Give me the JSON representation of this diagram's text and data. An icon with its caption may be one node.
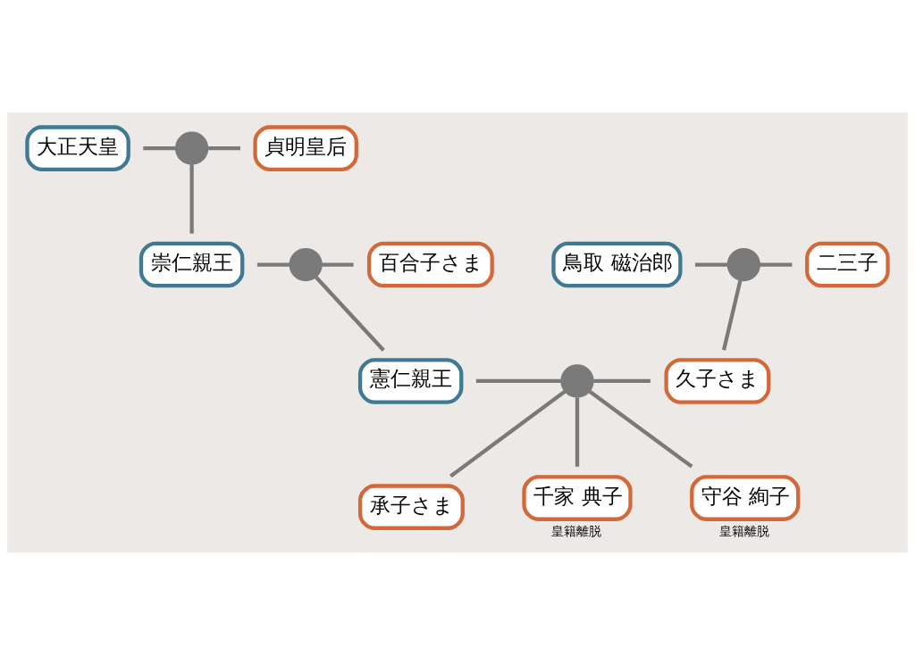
{
  "diagram": {
    "nodes": [
      {
        "text": [
          "大正天皇"
        ]
      },
      {
        "text": [],
        "shape": "circle"
      },
      {
        "text": [
          "貞明皇后"
        ]
      },
      {
        "text": [
          "崇仁親王"
        ]
      },
      {
        "text": [],
        "shape": "circle"
      },
      {
        "text": [
          "百合子さま"
        ]
      },
      {
        "text": [
          "鳥取 磁治郎"
        ]
      },
      {
        "text": [],
        "shape": "circle"
      },
      {
        "text": [
          "二三子"
        ]
      },
      {
        "text": [
          "憲仁親王"
        ]
      },
      {
        "text": [],
        "shape": "circle"
      },
      {
        "text": [
          "久子さま"
        ]
      },
      {
        "text": [
          "承子さま"
        ]
      },
      {
        "text": [
          "千家 典子"
        ],
        "beside": [
          "皇籍離脱"
        ]
      },
      {
        "text": [
          "守谷 絢子"
        ],
        "beside": [
          "皇籍離脱"
        ]
      }
    ],
    "edges": [
      {
        "from": 0,
        "to": 1,
        "arrow": "none"
      },
      {
        "from": 1,
        "to": 2,
        "arrow": "none"
      },
      {
        "from": 1,
        "to": 3,
        "arrow": "none"
      },
      {
        "from": 3,
        "to": 4,
        "arrow": "none"
      },
      {
        "from": 4,
        "to": 5,
        "arrow": "none"
      },
      {
        "from": 4,
        "to": 9,
        "arrow": "none"
      },
      {
        "from": 6,
        "to": 7,
        "arrow": "none"
      },
      {
        "from": 7,
        "to": 8,
        "arrow": "none"
      },
      {
        "from": 7,
        "to": 11,
        "arrow": "none"
      },
      {
        "from": 9,
        "to": 10,
        "arrow": "none"
      },
      {
        "from": 10,
        "to": 11,
        "arrow": "none"
      },
      {
        "from": 10,
        "to": 12,
        "arrow": "none"
      },
      {
        "from": 10,
        "to": 13,
        "arrow": "none"
      },
      {
        "from": 10,
        "to": 14,
        "arrow": "none"
      }
    ]
  }
}
